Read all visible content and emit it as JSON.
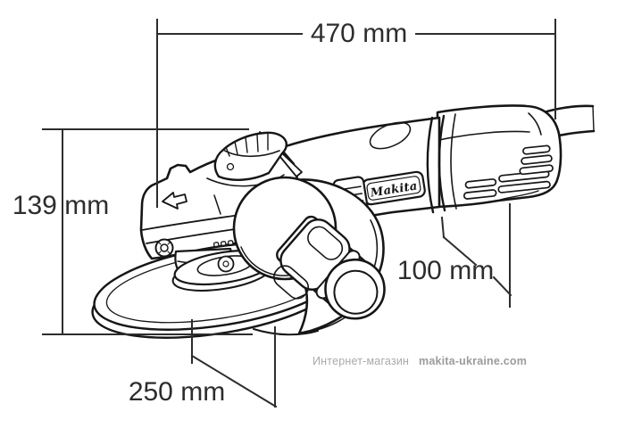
{
  "diagram": {
    "type": "product-dimension-drawing",
    "subject": "angle grinder line drawing",
    "dimensions": {
      "top": {
        "label": "470 mm"
      },
      "left": {
        "label": "139 mm"
      },
      "middle": {
        "label": "100 mm"
      },
      "bottom": {
        "label": "250 mm"
      }
    }
  },
  "brand": {
    "logo_text": "Makita"
  },
  "watermark": {
    "prefix": "Интернет-магазин",
    "site": "makita-ukraine.com"
  },
  "colors": {
    "line_art": "#161616",
    "dimension_lines": "#2d2d2d",
    "watermark_gray": "#a9a9a9",
    "background": "#ffffff"
  }
}
